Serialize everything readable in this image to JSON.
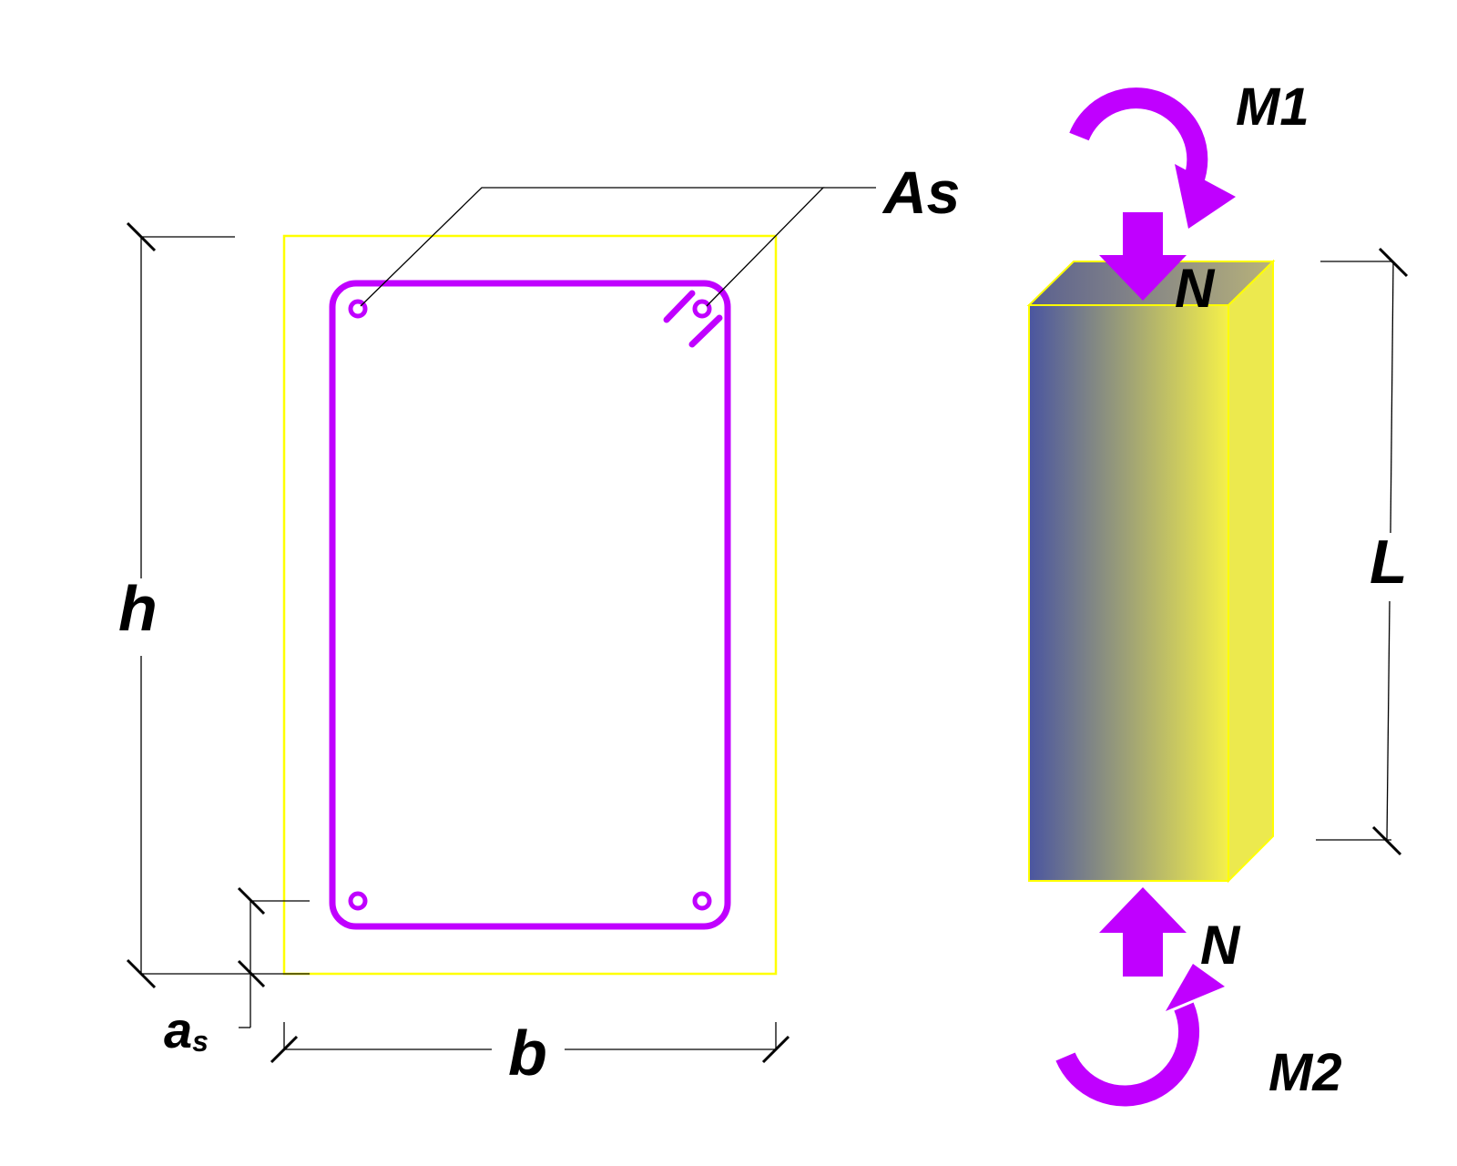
{
  "labels": {
    "h": "h",
    "b": "b",
    "as_main": "a",
    "as_sub": "s",
    "As": "As",
    "L": "L",
    "N_top": "N",
    "N_bottom": "N",
    "M1": "M1",
    "M2": "M2"
  },
  "colors": {
    "concrete_outline": "#ffff00",
    "rebar": "#c000ff",
    "dimension": "#000000",
    "column_gradient_start": "#4a55a0",
    "column_gradient_end": "#f5f04a",
    "background": "#ffffff"
  }
}
